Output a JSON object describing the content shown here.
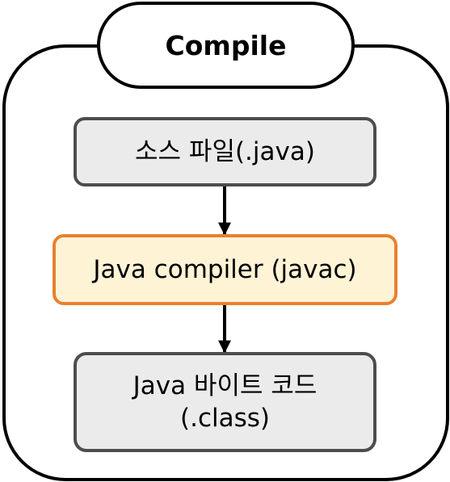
{
  "title": "Compile",
  "nodes": {
    "source": "소스 파일(.java)",
    "compiler": "Java compiler (javac)",
    "bytecode_line1": "Java 바이트 코드",
    "bytecode_line2": "(.class)"
  },
  "colors": {
    "outline": "#000000",
    "box_border": "#4d4d4d",
    "box_fill": "#ebebeb",
    "compiler_border": "#e8812f",
    "compiler_fill": "#fff3d6"
  }
}
